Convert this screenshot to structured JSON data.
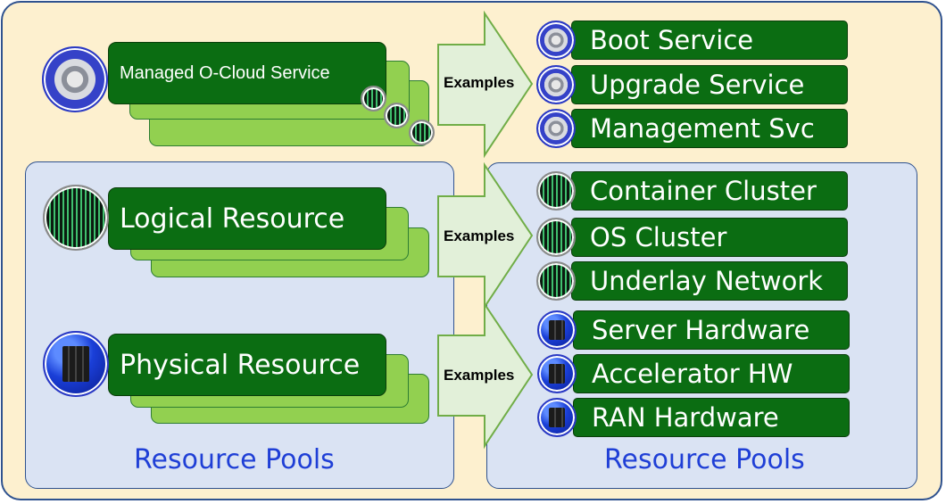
{
  "service_group": {
    "title": "Managed O-Cloud Service",
    "examples_label": "Examples",
    "examples": [
      "Boot Service",
      "Upgrade Service",
      "Management Svc"
    ]
  },
  "left_pool": {
    "logical_title": "Logical Resource",
    "physical_title": "Physical Resource",
    "label": "Resource Pools"
  },
  "logical_group": {
    "examples_label": "Examples",
    "examples": [
      "Container Cluster",
      "OS Cluster",
      "Underlay Network"
    ]
  },
  "physical_group": {
    "examples_label": "Examples",
    "examples": [
      "Server Hardware",
      "Accelerator HW",
      "RAN Hardware"
    ]
  },
  "right_pool": {
    "label": "Resource Pools"
  },
  "colors": {
    "background": "#fdf0cf",
    "pool_fill": "#dae3f3",
    "box_dark_green": "#0b6d12",
    "box_light_green": "#92d050",
    "pool_label_blue": "#1f3fd6",
    "arrow_fill": "#e2f0d9"
  },
  "icons": {
    "service": "gear-icon",
    "logical": "matrix-icon",
    "physical": "server-icon"
  }
}
